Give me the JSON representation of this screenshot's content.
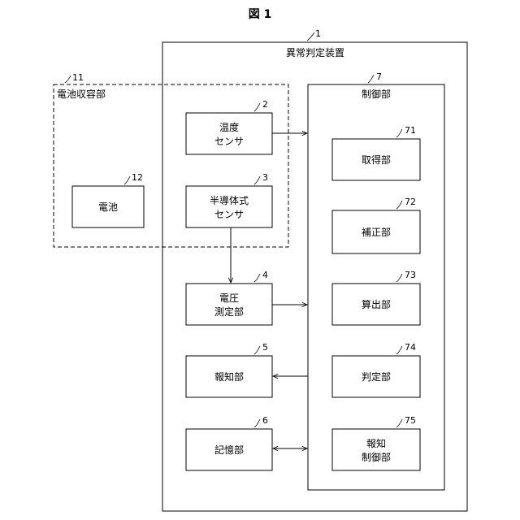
{
  "figure_title": "図 1",
  "device": {
    "ref": "1",
    "label": "異常判定装置"
  },
  "battery_housing": {
    "ref": "11",
    "label": "電池収容部"
  },
  "battery": {
    "ref": "12",
    "label": "電池"
  },
  "temp_sensor": {
    "ref": "2",
    "line1": "温度",
    "line2": "センサ"
  },
  "semi_sensor": {
    "ref": "3",
    "line1": "半導体式",
    "line2": "センサ"
  },
  "voltage_unit": {
    "ref": "4",
    "line1": "電圧",
    "line2": "測定部"
  },
  "notify_unit": {
    "ref": "5",
    "label": "報知部"
  },
  "storage_unit": {
    "ref": "6",
    "label": "記憶部"
  },
  "control_unit": {
    "ref": "7",
    "label": "制御部"
  },
  "acquire_unit": {
    "ref": "71",
    "label": "取得部"
  },
  "correct_unit": {
    "ref": "72",
    "label": "補正部"
  },
  "calc_unit": {
    "ref": "73",
    "label": "算出部"
  },
  "judge_unit": {
    "ref": "74",
    "label": "判定部"
  },
  "notify_ctrl_unit": {
    "ref": "75",
    "line1": "報知",
    "line2": "制御部"
  }
}
